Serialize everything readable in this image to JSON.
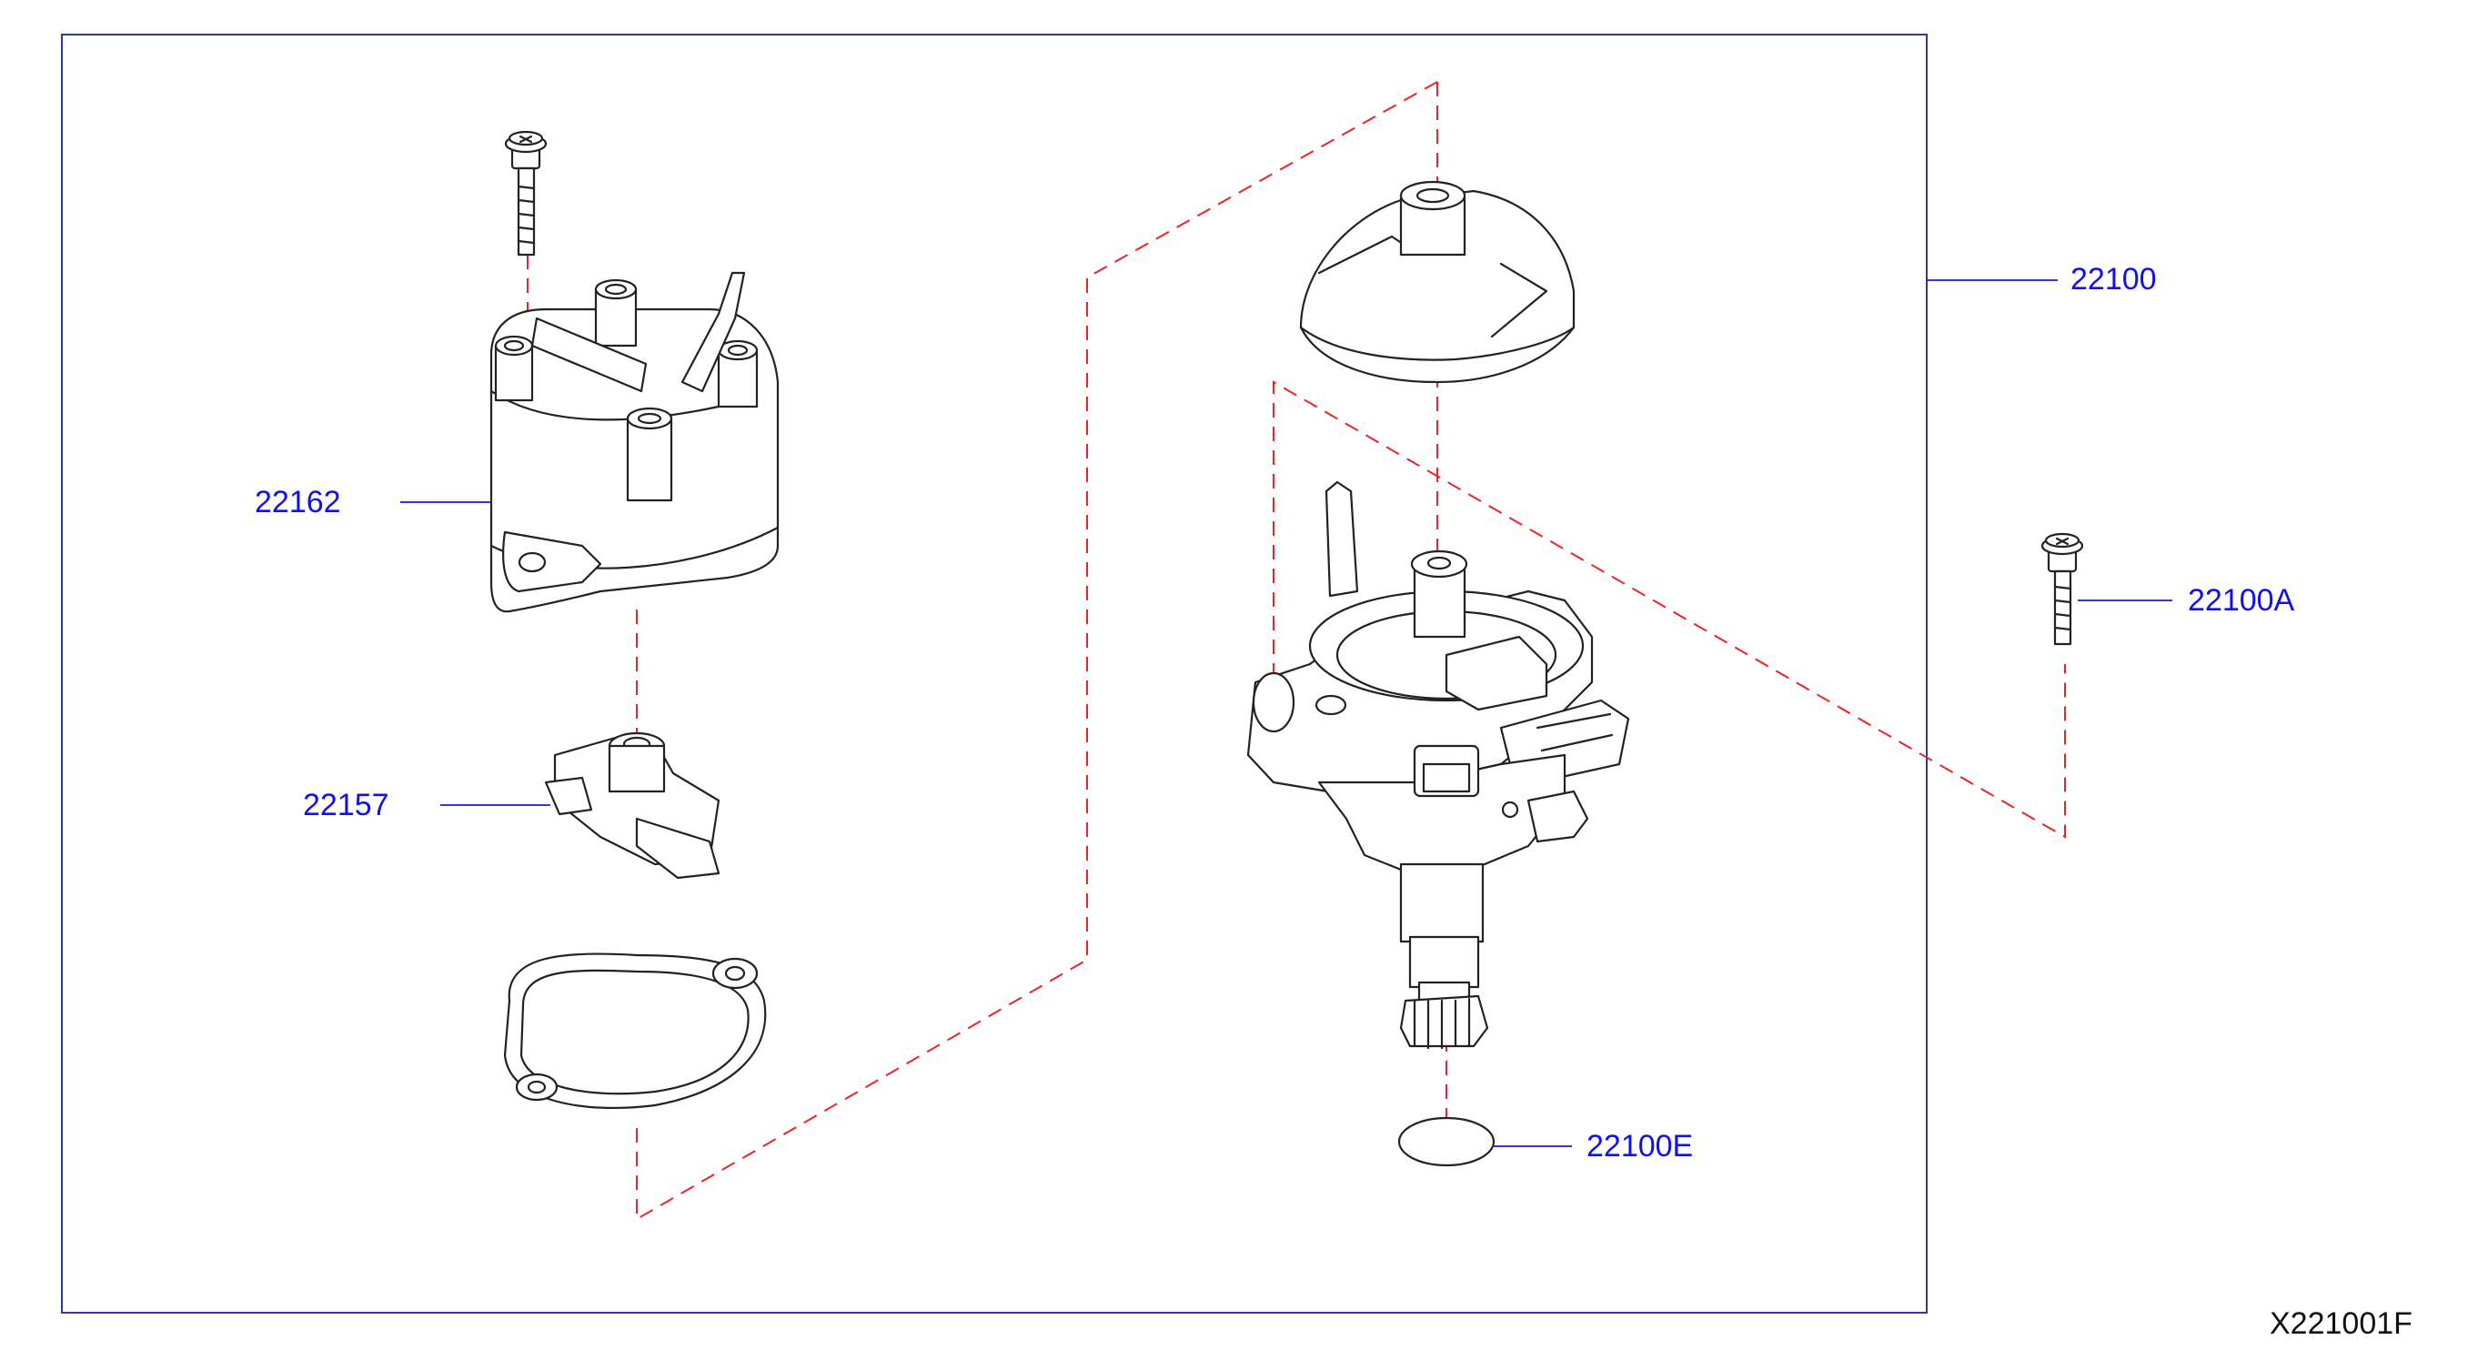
{
  "diagram": {
    "callouts": {
      "assembly": "22100",
      "bolt": "22100A",
      "cap": "22162",
      "rotor": "22157",
      "o_ring": "22100E"
    },
    "drawing_code": "X221001F"
  },
  "colors": {
    "callout_text": "#1010ee",
    "leader_line": "#1a1ad8",
    "phantom_line": "#ee2222",
    "frame_border": "#2a3aa8",
    "linework": "#222222"
  }
}
